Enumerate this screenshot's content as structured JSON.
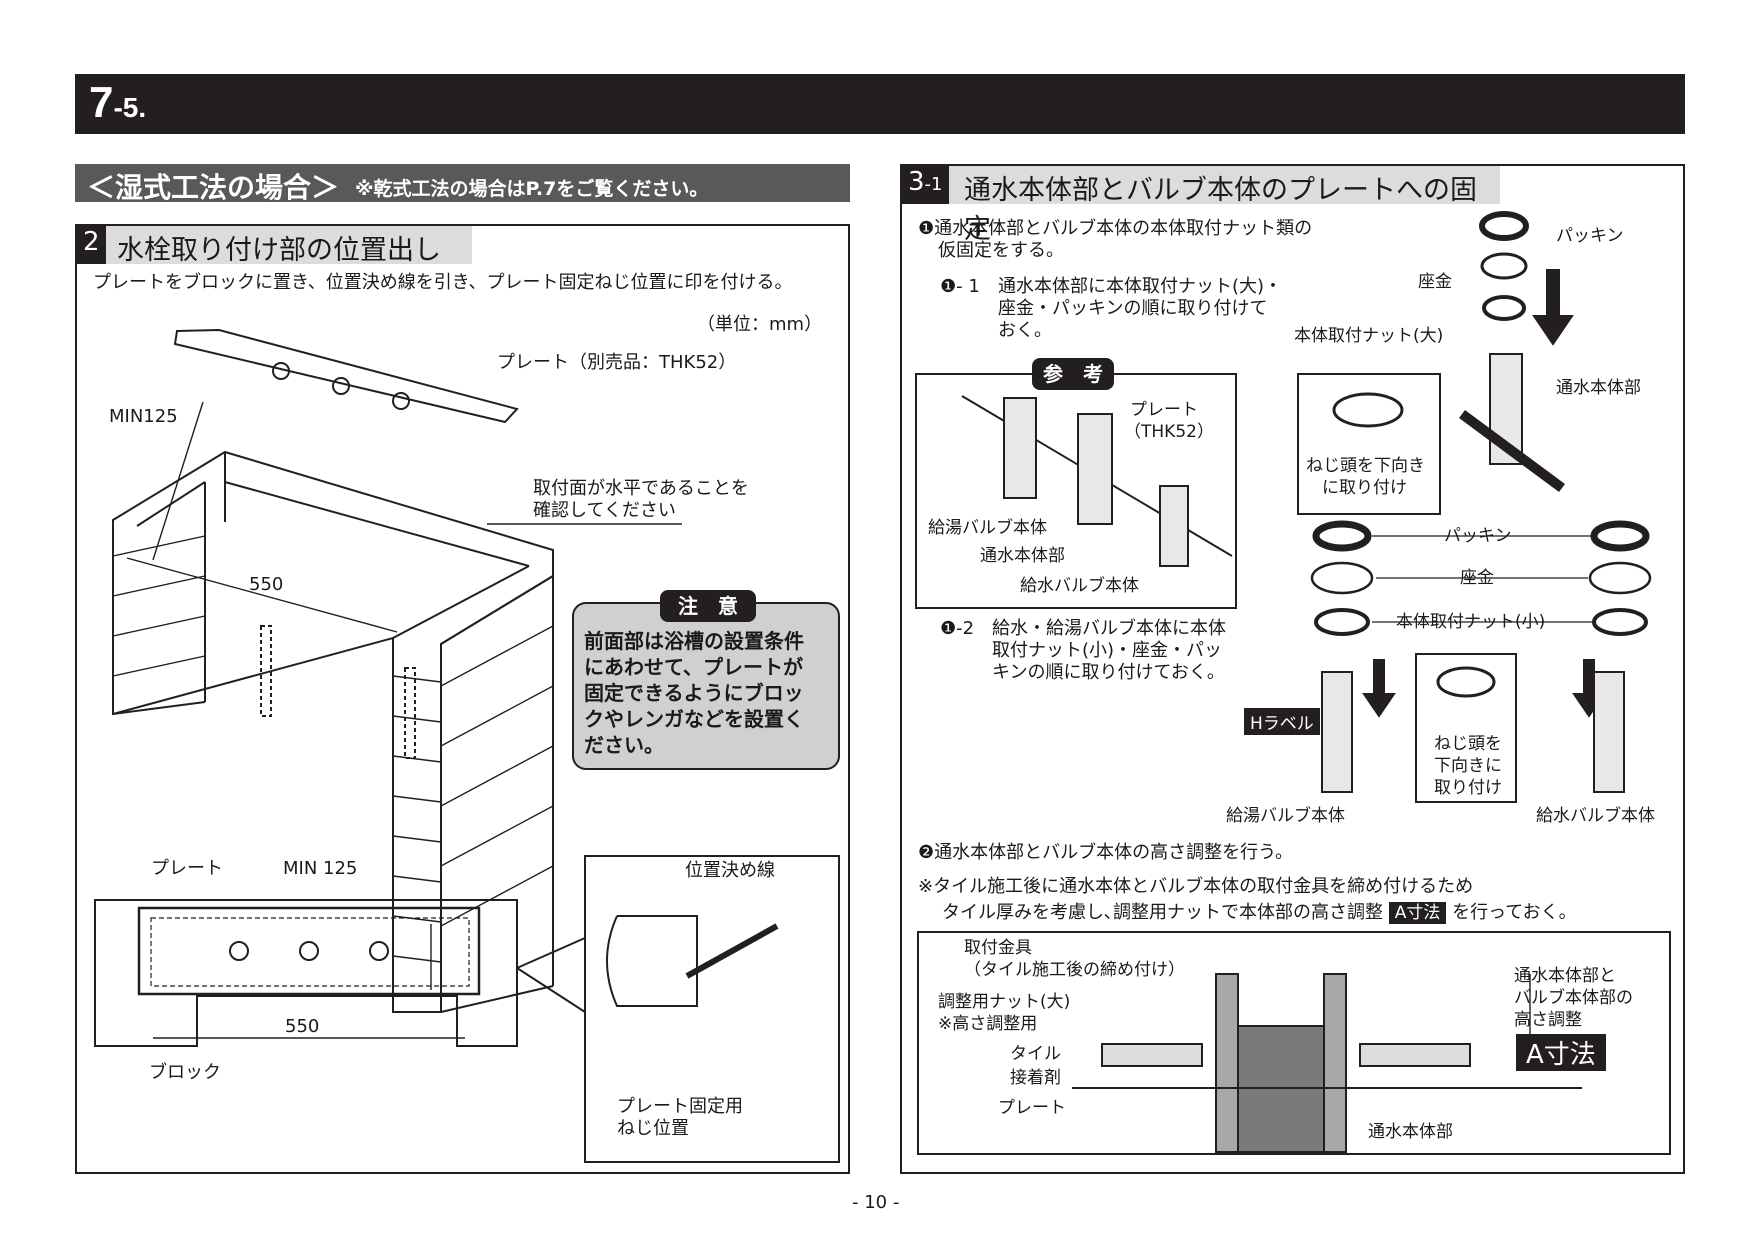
{
  "header": {
    "number": "7",
    "sub": "-5."
  },
  "wet": {
    "title": "＜湿式工法の場合＞",
    "note": "※乾式工法の場合はP.7をご覧ください。"
  },
  "left": {
    "badge": "2",
    "title": "水栓取り付け部の位置出し",
    "instruction": "プレートをブロックに置き、位置決め線を引き、プレート固定ねじ位置に印を付ける。",
    "unit": "（単位：mm）",
    "plate_label": "プレート（別売品：THK52）",
    "min125": "MIN125",
    "level_check": [
      "取付面が水平であることを",
      "確認してください"
    ],
    "dim_550": "550",
    "notice_title": "注　意",
    "notice_lines": [
      "前面部は浴槽の設置条件",
      "にあわせて、プレートが",
      "固定できるようにブロッ",
      "クやレンガなどを設置く",
      "ださい。"
    ],
    "bottom_plate": "プレート",
    "bottom_min125": "MIN 125",
    "bottom_550": "550",
    "block": "ブロック",
    "position_line": "位置決め線",
    "screw_pos": [
      "プレート固定用",
      "ねじ位置"
    ]
  },
  "right": {
    "badge": "3",
    "badge_sub": "-1",
    "title": "通水本体部とバルブ本体のプレートへの固定",
    "step1": [
      "❶通水本体部とバルブ本体の本体取付ナット類の",
      "仮固定をする。"
    ],
    "step1_1_num": "❶- 1",
    "step1_1": [
      "通水本体部に本体取付ナット(大)・",
      "座金・パッキンの順に取り付けて",
      "おく。"
    ],
    "ref_title": "参　考",
    "ref_plate": [
      "プレート",
      "（THK52）"
    ],
    "ref_hot": "給湯バルブ本体",
    "ref_body": "通水本体部",
    "ref_cold": "給水バルブ本体",
    "packing": "パッキン",
    "washer": "座金",
    "nut_large": "本体取付ナット(大)",
    "screw_down": [
      "ねじ頭を下向き",
      "に取り付け"
    ],
    "water_body": "通水本体部",
    "packing2": "パッキン",
    "washer2": "座金",
    "nut_small": "本体取付ナット(小)",
    "step1_2_num": "❶-2",
    "step1_2": [
      "給水・給湯バルブ本体に本体",
      "取付ナット(小)・座金・パッ",
      "キンの順に取り付けておく。"
    ],
    "h_label": "Hラベル",
    "screw_down2": [
      "ねじ頭を",
      "下向きに",
      "取り付け"
    ],
    "hot_valve": "給湯バルブ本体",
    "cold_valve": "給水バルブ本体",
    "step2": "❷通水本体部とバルブ本体の高さ調整を行う。",
    "note1": "※タイル施工後に通水本体とバルブ本体の取付金具を締め付けるため",
    "note2a": "タイル厚みを考慮し､調整用ナットで本体部の高さ調整",
    "note2_box": "A寸法",
    "note2b": "を行っておく。",
    "fitting": [
      "取付金具",
      "（タイル施工後の締め付け）"
    ],
    "adj_nut": [
      "調整用ナット(大)",
      "※高さ調整用"
    ],
    "tile": "タイル",
    "adhesive": "接着剤",
    "plate": "プレート",
    "water_body2": "通水本体部",
    "height_adj": [
      "通水本体部と",
      "バルブ本体部の",
      "高さ調整"
    ],
    "a_dim": "A寸法"
  },
  "footer": {
    "page": "- 10 -"
  }
}
